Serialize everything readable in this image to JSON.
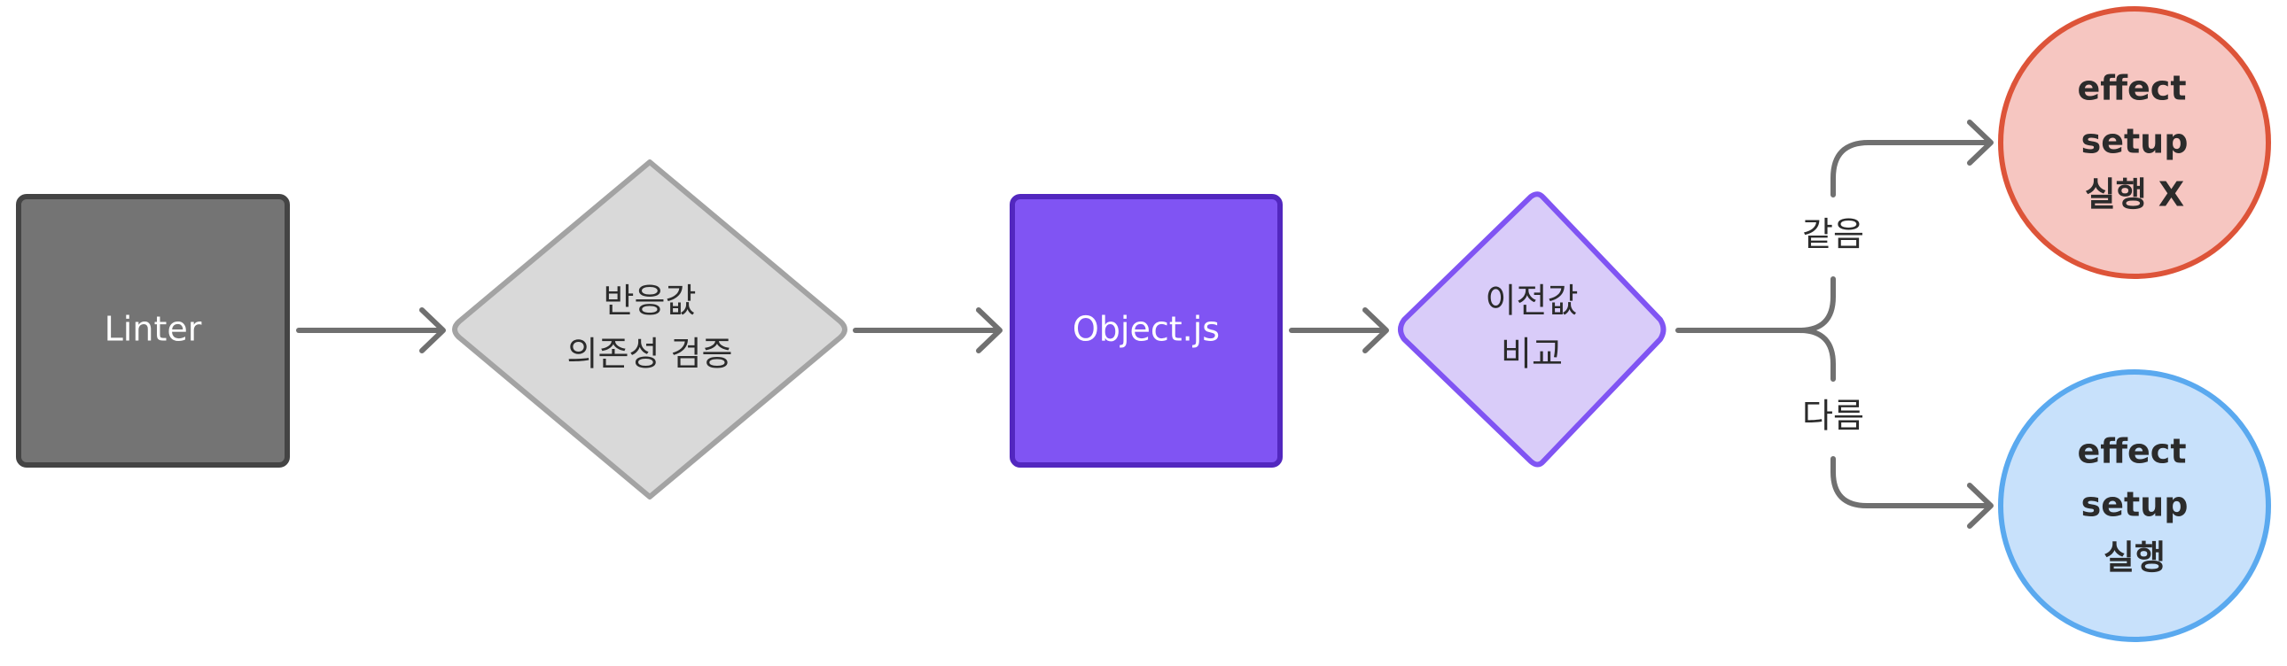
{
  "nodes": {
    "linter": {
      "label": "Linter"
    },
    "dependency_check": {
      "lines": [
        "반응값",
        "의존성 검증"
      ]
    },
    "object_js": {
      "label": "Object.js"
    },
    "compare_prev": {
      "lines": [
        "이전값",
        "비교"
      ]
    },
    "effect_skip": {
      "lines": [
        "effect",
        "setup",
        "실행 X"
      ]
    },
    "effect_run": {
      "lines": [
        "effect",
        "setup",
        "실행"
      ]
    }
  },
  "edges": {
    "same_label": "같음",
    "different_label": "다름"
  },
  "colors": {
    "linter_fill": "#747474",
    "linter_stroke": "#444444",
    "check_fill": "#d9d9d9",
    "check_stroke": "#a3a3a3",
    "object_fill": "#8054f3",
    "object_stroke": "#5227bf",
    "compare_fill": "#d9ccf9",
    "compare_stroke": "#8054f3",
    "skip_fill": "#f6c6c1",
    "skip_stroke": "#dd5439",
    "run_fill": "#c8e1fb",
    "run_stroke": "#5aa9ef",
    "arrow": "#707070",
    "text_dark": "#2b2b2b",
    "text_light": "#ffffff"
  }
}
